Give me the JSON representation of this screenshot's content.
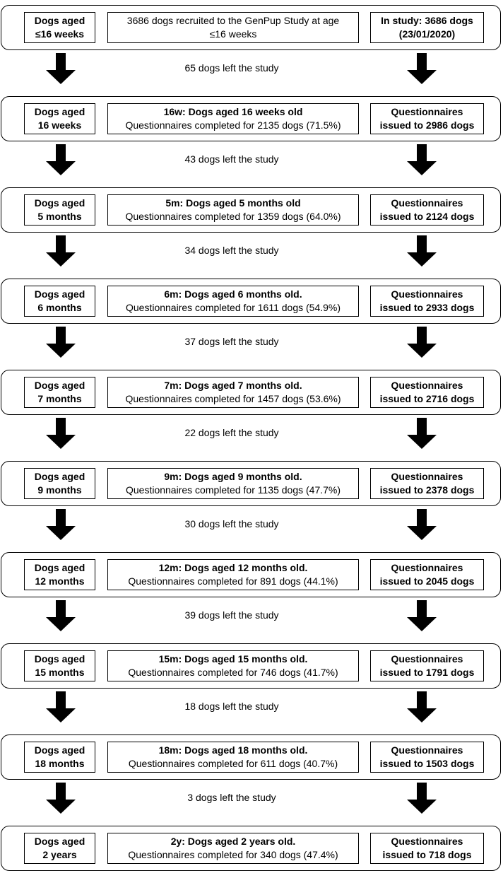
{
  "rows": [
    {
      "left": [
        "Dogs aged",
        "≤16 weeks"
      ],
      "mid": [
        "3686 dogs recruited to the GenPup Study at age",
        "≤16 weeks"
      ],
      "right": [
        "In study: 3686 dogs",
        "(23/01/2020)"
      ]
    },
    {
      "left": [
        "Dogs aged",
        "16 weeks"
      ],
      "mid": [
        "16w: Dogs aged 16 weeks old",
        "Questionnaires completed for 2135 dogs (71.5%)"
      ],
      "right": [
        "Questionnaires",
        "issued to 2986 dogs"
      ]
    },
    {
      "left": [
        "Dogs aged",
        "5 months"
      ],
      "mid": [
        "5m: Dogs aged 5 months old",
        "Questionnaires completed for 1359 dogs (64.0%)"
      ],
      "right": [
        "Questionnaires",
        "issued to 2124 dogs"
      ]
    },
    {
      "left": [
        "Dogs aged",
        "6 months"
      ],
      "mid": [
        "6m: Dogs aged 6 months old.",
        "Questionnaires completed for 1611 dogs (54.9%)"
      ],
      "right": [
        "Questionnaires",
        "issued to 2933 dogs"
      ]
    },
    {
      "left": [
        "Dogs aged",
        "7 months"
      ],
      "mid": [
        "7m: Dogs aged 7 months old.",
        "Questionnaires completed for 1457 dogs (53.6%)"
      ],
      "right": [
        "Questionnaires",
        "issued to 2716 dogs"
      ]
    },
    {
      "left": [
        "Dogs aged",
        "9 months"
      ],
      "mid": [
        "9m: Dogs aged 9 months old.",
        "Questionnaires completed for 1135 dogs (47.7%)"
      ],
      "right": [
        "Questionnaires",
        "issued to 2378 dogs"
      ]
    },
    {
      "left": [
        "Dogs aged",
        "12 months"
      ],
      "mid": [
        "12m: Dogs aged 12 months old.",
        "Questionnaires completed for 891 dogs (44.1%)"
      ],
      "right": [
        "Questionnaires",
        "issued to 2045 dogs"
      ]
    },
    {
      "left": [
        "Dogs aged",
        "15 months"
      ],
      "mid": [
        "15m: Dogs aged 15 months old.",
        "Questionnaires completed for 746 dogs (41.7%)"
      ],
      "right": [
        "Questionnaires",
        "issued to 1791 dogs"
      ]
    },
    {
      "left": [
        "Dogs aged",
        "18 months"
      ],
      "mid": [
        "18m: Dogs aged 18 months old.",
        "Questionnaires completed for 611 dogs (40.7%)"
      ],
      "right": [
        "Questionnaires",
        "issued to 1503 dogs"
      ]
    },
    {
      "left": [
        "Dogs aged",
        "2 years"
      ],
      "mid": [
        "2y: Dogs aged 2 years old.",
        "Questionnaires completed for 340 dogs (47.4%)"
      ],
      "right": [
        "Questionnaires",
        "issued to 718 dogs"
      ]
    }
  ],
  "exits": [
    "65 dogs left the study",
    "43 dogs left the study",
    "34 dogs left the study",
    "37 dogs left the study",
    "22 dogs left the study",
    "30 dogs left the study",
    "39 dogs left the study",
    "18 dogs left the study",
    "3 dogs left the study"
  ],
  "arrow_icon": "down-arrow-icon"
}
